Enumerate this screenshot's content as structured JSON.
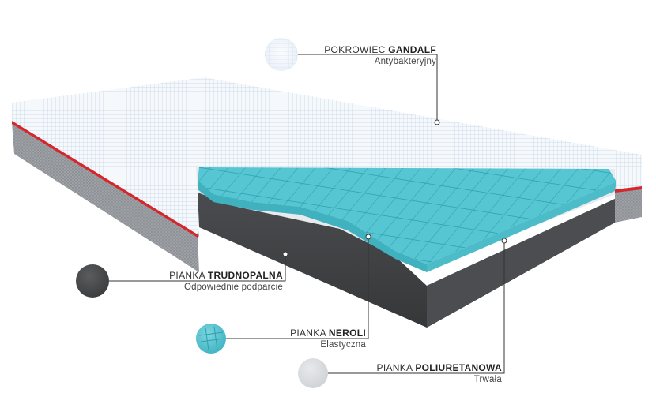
{
  "colors": {
    "cover": "#f4f7fb",
    "cover_grid": "#c9d6e8",
    "side_gray": "#8a8d92",
    "red_stripe": "#d7262b",
    "neroli": "#4fc3cf",
    "neroli_dark": "#2fa4b3",
    "white_foam": "#e9ebee",
    "dark_foam": "#3f4143",
    "trudnopalna_swatch": "#4a4c4e",
    "poliuretanowa_swatch": "#d9dcdf",
    "line": "#333333"
  },
  "callouts": {
    "cover": {
      "prefix": "POKROWIEC",
      "bold": "GANDALF",
      "subtitle": "Antybakteryjny",
      "swatch_icon": "cover-fabric-swatch"
    },
    "trudnopalna": {
      "prefix": "PIANKA",
      "bold": "TRUDNOPALNA",
      "subtitle": "Odpowiednie podparcie",
      "swatch_icon": "dark-foam-swatch"
    },
    "neroli": {
      "prefix": "PIANKA",
      "bold": "NEROLI",
      "subtitle": "Elastyczna",
      "swatch_icon": "blue-foam-swatch"
    },
    "poliuretanowa": {
      "prefix": "PIANKA",
      "bold": "POLIURETANOWA",
      "subtitle": "Trwała",
      "swatch_icon": "light-foam-swatch"
    }
  }
}
